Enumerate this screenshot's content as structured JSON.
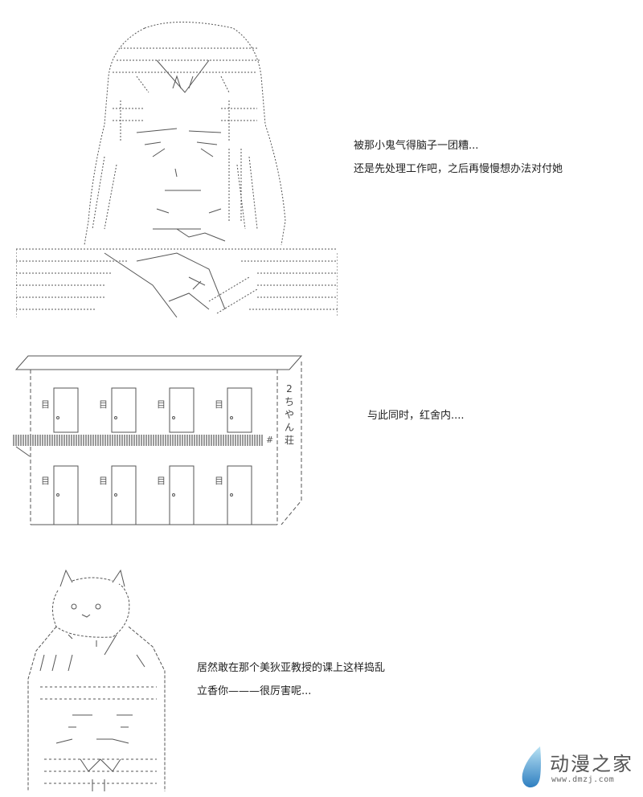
{
  "panels": [
    {
      "id": "panel-1",
      "caption_lines": [
        "被那小鬼气得脑子一团糟...",
        "还是先处理工作吧，之后再慢慢想办法对付她"
      ],
      "art": "ascii-art-character-girl-long-hair"
    },
    {
      "id": "panel-2",
      "caption_lines": [
        "与此同时，红舍内...."
      ],
      "art": "ascii-art-two-story-apartment",
      "building": {
        "sign_chars": [
          "2",
          "ち",
          "や",
          "ん",
          "荘"
        ],
        "door_plate": "目",
        "rail_mark": "#"
      }
    },
    {
      "id": "panel-3",
      "caption_lines": [
        "居然敢在那个美狄亚教授的课上这样捣乱",
        "立香你———很厉害呢..."
      ],
      "art": "ascii-art-cat-eared-character"
    }
  ],
  "watermark": {
    "name": "动漫之家",
    "url": "www.dmzj.com",
    "icon": "leaf-drop-icon",
    "colors": {
      "leaf_top": "#9fd4ee",
      "leaf_bottom": "#2f7fc1",
      "text": "#555555"
    }
  }
}
